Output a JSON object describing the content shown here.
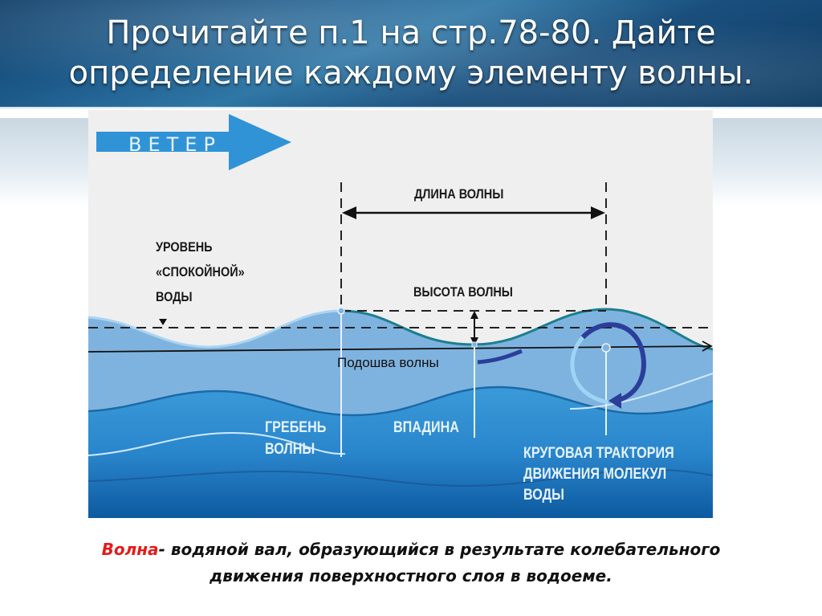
{
  "slide": {
    "title": "Прочитайте п.1 на стр.78-80. Дайте определение каждому элементу волны.",
    "title_line1": "Прочитайте п.1 на стр.78-80. Дайте",
    "title_line2": "определение каждому элементу волны."
  },
  "diagram": {
    "wind_label": "ВЕТЕР",
    "wavelength_label": "ДЛИНА ВОЛНЫ",
    "wave_height_label": "ВЫСОТА ВОЛНЫ",
    "still_water_level": [
      "УРОВЕНЬ",
      "«СПОКОЙНОЙ»",
      "ВОДЫ"
    ],
    "trough_base_label": "Подошва волны",
    "crest_label": [
      "ГРЕБЕНЬ",
      "ВОЛНЫ"
    ],
    "trough_label": "ВПАДИНА",
    "orbit_label": [
      "КРУГОВАЯ ТРАКТОРИЯ",
      "ДВИЖЕНИЯ МОЛЕКУЛ",
      "ВОДЫ"
    ],
    "colors": {
      "wind_arrow": "#2f93d6",
      "water_light": "#7fb6e2",
      "water_mid": "#3a97d6",
      "water_deep": "#0d5aa0",
      "orbit_arrow": "#2b3f9a",
      "crest_line": "#1c7f8f",
      "background": "#efefef"
    }
  },
  "definition": {
    "term": "Волна",
    "text_line1": "- водяной вал, образующийся в результате колебательного",
    "text_line2": "движения поверхностного слоя в водоеме.",
    "term_color": "#e31b1b"
  }
}
